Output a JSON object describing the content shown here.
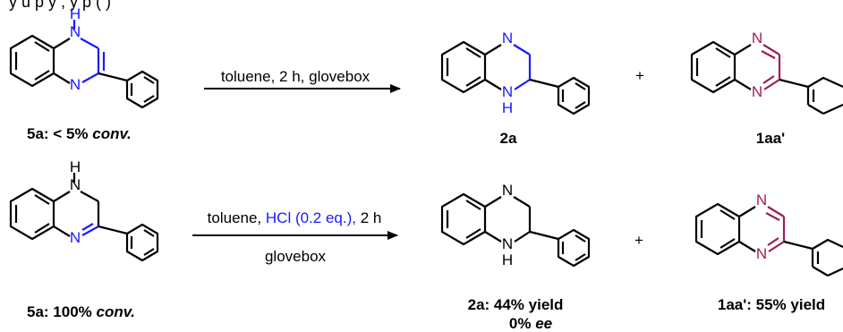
{
  "header": {
    "text": "y   u   p   y   ,   y   p         (   )"
  },
  "atoms": {
    "N": "N",
    "H": "H"
  },
  "row1": {
    "reactant_label_a": "5a: < 5% ",
    "reactant_label_b": "conv.",
    "conditions": "toluene, 2 h, glovebox",
    "plus": "+",
    "product1_label": "2a",
    "product2_label": "1aa'"
  },
  "row2": {
    "reactant_label_a": "5a: 100% ",
    "reactant_label_b": "conv.",
    "conditions_a": "toluene, ",
    "conditions_b": "HCl (0.2 eq.),",
    "conditions_c": " 2 h",
    "conditions_line2": "glovebox",
    "plus": "+",
    "product1_label_line1": "2a: 44% yield",
    "product1_label_line2a": "0% ",
    "product1_label_line2b": "ee",
    "product2_label": "1aa': 55% yield"
  },
  "colors": {
    "black": "#000000",
    "blue": "#1a1aff",
    "magenta": "#9b1f5a"
  }
}
